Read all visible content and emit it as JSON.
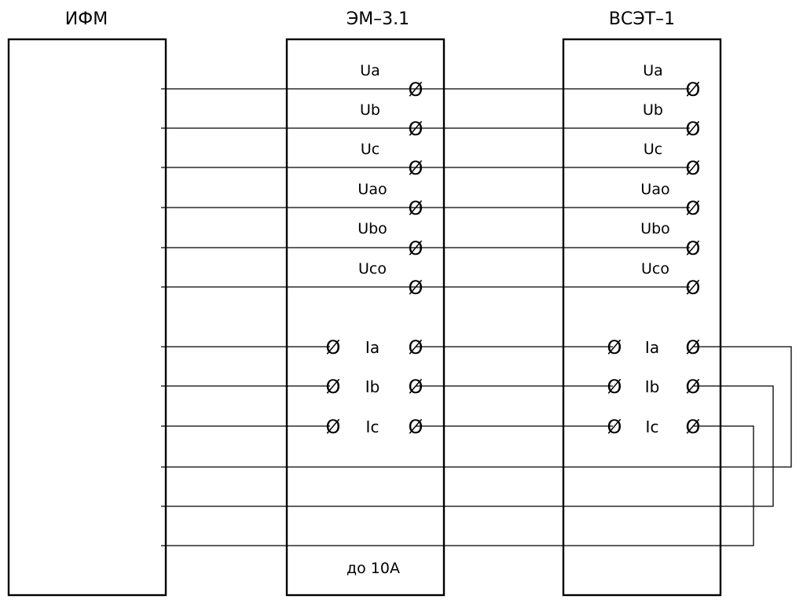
{
  "diagram": {
    "devices": {
      "ifm": {
        "title": "ИФМ"
      },
      "em": {
        "title": "ЭМ–3.1",
        "voltage_labels": [
          "Ua",
          "Ub",
          "Uc",
          "Uao",
          "Ubo",
          "Uco"
        ],
        "current_labels": [
          "Ia",
          "Ib",
          "Ic"
        ],
        "note": "до 10А"
      },
      "vset": {
        "title": "ВСЭТ–1",
        "voltage_labels": [
          "Ua",
          "Ub",
          "Uc",
          "Uao",
          "Ubo",
          "Uco"
        ],
        "current_labels": [
          "Ia",
          "Ib",
          "Ic"
        ]
      }
    },
    "terminal_symbol": "Ø",
    "colors": {
      "line": "#000000",
      "background": "#ffffff"
    }
  }
}
